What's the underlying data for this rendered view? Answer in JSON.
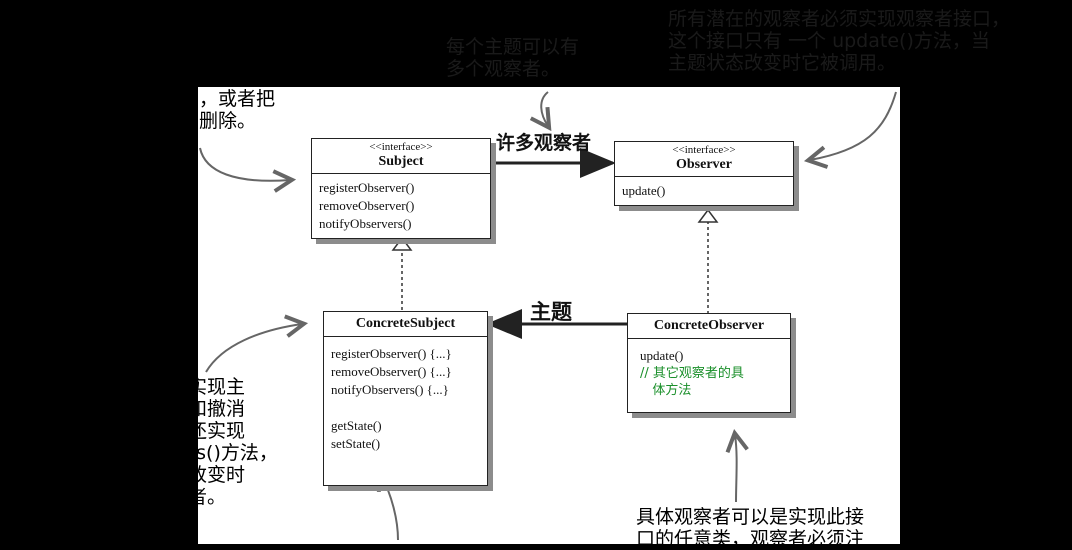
{
  "notes": {
    "top_right": "所有潜在的观察者必须实现观察者接口，\n这个接口只有 一个 update()方法，当\n主题状态改变时它被调用。",
    "top_mid": "每个主题可以有\n多个观察者。",
    "top_left": "主题接口，对象使用此接\n口注册为观察者，或者把\n自己从观察者中删除。",
    "left_bottom": "一个具体主题总是实现主\n题接口，除了注册和撤消\n方法外，具体主题还实现\n了notifyObservers()方法，\n此方法用于在状态改变时\n更新所有当前观察者。",
    "bottom_right": "具体观察者可以是实现此接\n口的任意类，观察者必须注"
  },
  "labels": {
    "many_observers": "许多观察者",
    "subject": "主题"
  },
  "boxes": {
    "subject": {
      "stereotype": "<<interface>>",
      "name": "Subject",
      "methods": [
        "registerObserver()",
        "removeObserver()",
        "notifyObservers()"
      ]
    },
    "observer": {
      "stereotype": "<<interface>>",
      "name": "Observer",
      "methods": [
        "update()"
      ]
    },
    "concrete_subject": {
      "name": "ConcreteSubject",
      "methods": [
        "registerObserver() {...}",
        "removeObserver() {...}",
        "notifyObservers() {...}"
      ],
      "methods2": [
        "getState()",
        "setState()"
      ]
    },
    "concrete_observer": {
      "name": "ConcreteObserver",
      "methods": [
        "update()"
      ],
      "comment": "// 其它观察者的具\n   体方法"
    }
  },
  "colors": {
    "background": "#000000",
    "canvas": "#ffffff",
    "comment": "#1a8f2a",
    "shadow": "#8c8c8c"
  }
}
